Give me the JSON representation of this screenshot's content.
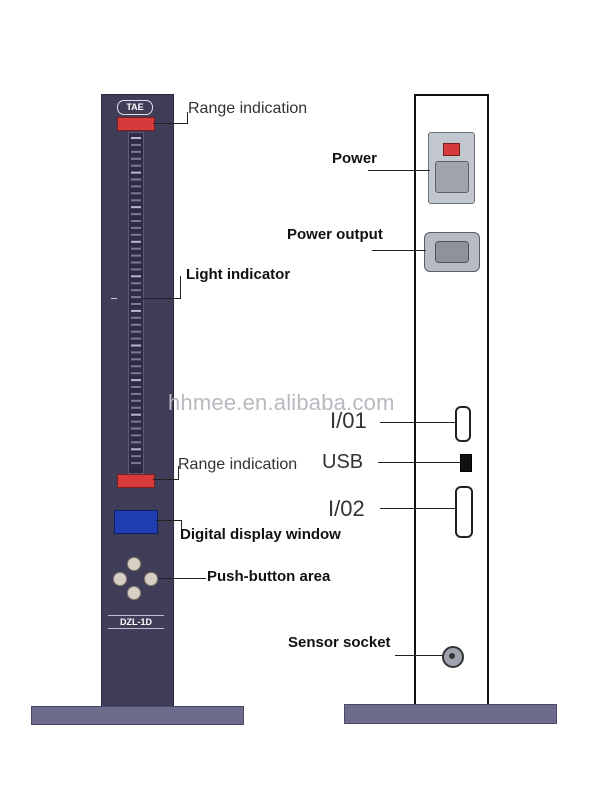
{
  "front_panel": {
    "logo_text": "TAE",
    "model_label": "DZL-1D",
    "colors": {
      "panel": "#3f3d57",
      "base": "#6e6c8c",
      "lamp": "#d63a3a"
    }
  },
  "callouts": {
    "range_top": "Range indication",
    "light_indicator": "Light indicator",
    "range_bottom": "Range indication",
    "display_window": "Digital display window",
    "push_buttons": "Push-button area",
    "power": "Power",
    "power_output": "Power output",
    "io1": "I/01",
    "usb": "USB",
    "io2": "I/02",
    "sensor_socket": "Sensor socket"
  },
  "watermark": "hhmee.en.alibaba.com"
}
